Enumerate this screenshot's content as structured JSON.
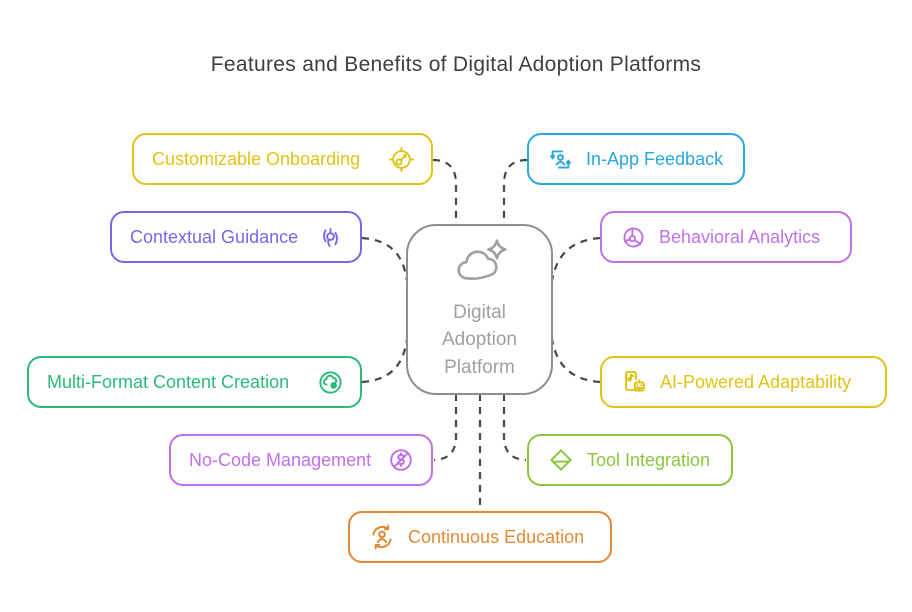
{
  "title": {
    "text": "Features and Benefits of Digital Adoption Platforms",
    "color": "#3F3F3F"
  },
  "background": "#FFFFFF",
  "connector_color": "#474747",
  "center": {
    "label": "Digital Adoption Platform",
    "border_color": "#8E8E8E",
    "text_color": "#9DA1A5",
    "icon": "cloud-sparkle-icon"
  },
  "nodes": [
    {
      "label": "Customizable Onboarding",
      "color": "#E0C317",
      "icon": "gauge-target-icon",
      "icon_side": "right"
    },
    {
      "label": "In-App Feedback",
      "color": "#2AA7DE",
      "icon": "user-feedback-loop-icon",
      "icon_side": "left"
    },
    {
      "label": "Contextual Guidance",
      "color": "#7D64ED",
      "icon": "guidance-focus-icon",
      "icon_side": "right"
    },
    {
      "label": "Behavioral Analytics",
      "color": "#C070E8",
      "icon": "pie-chart-icon",
      "icon_side": "left"
    },
    {
      "label": "Multi-Format Content Creation",
      "color": "#2BBA78",
      "icon": "cloud-create-icon",
      "icon_side": "right"
    },
    {
      "label": "AI-Powered Adaptability",
      "color": "#E0C317",
      "icon": "ai-device-icon",
      "icon_side": "left"
    },
    {
      "label": "No-Code Management",
      "color": "#C070E8",
      "icon": "dollar-slash-icon",
      "icon_side": "right"
    },
    {
      "label": "Tool Integration",
      "color": "#8CC63F",
      "icon": "diamond-icon",
      "icon_side": "left"
    },
    {
      "label": "Continuous Education",
      "color": "#E28A33",
      "icon": "person-cycle-icon",
      "icon_side": "left"
    }
  ]
}
